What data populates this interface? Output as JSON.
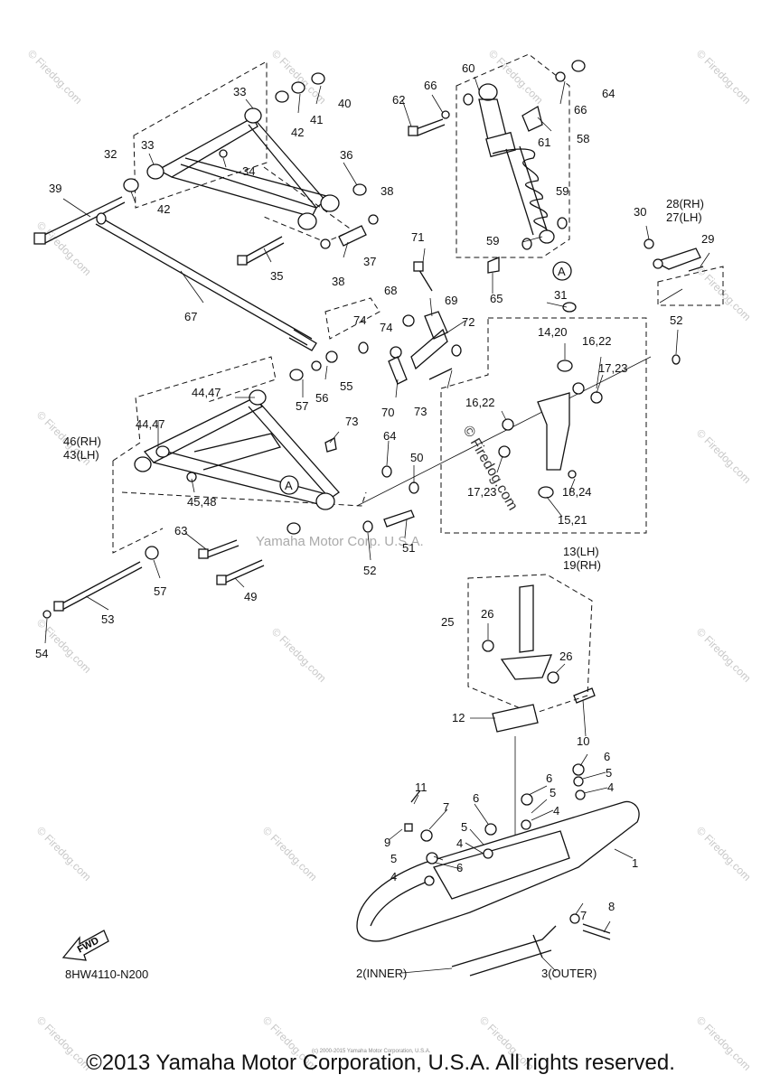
{
  "diagram_code": "8HW4110-N200",
  "copyright": "©2013 Yamaha Motor Corporation, U.S.A. All rights reserved.",
  "small_copyright": "(c) 2000-2015 Yamaha Motor Corporation, U.S.A.",
  "watermarks": {
    "center_upper": "© Firedog.com",
    "center_lower": "Yamaha Motor Corp. U.S.A.",
    "repeat": "© Firedog.com"
  },
  "fwd_label": "FWD",
  "callout_A": "A",
  "labels": {
    "p1": "1",
    "p2": "2(INNER)",
    "p3": "3(OUTER)",
    "p4": "4",
    "p5": "5",
    "p6": "6",
    "p7": "7",
    "p8": "8",
    "p9": "9",
    "p10": "10",
    "p11": "11",
    "p12": "12",
    "p13": "13(LH)",
    "p19": "19(RH)",
    "p14_20": "14,20",
    "p15_21": "15,21",
    "p16_22": "16,22",
    "p17_23": "17,23",
    "p18_24": "18,24",
    "p25": "25",
    "p26": "26",
    "p27": "27(LH)",
    "p28": "28(RH)",
    "p29": "29",
    "p30": "30",
    "p31": "31",
    "p32": "32",
    "p33": "33",
    "p34": "34",
    "p35": "35",
    "p36": "36",
    "p37": "37",
    "p38": "38",
    "p39": "39",
    "p40": "40",
    "p41": "41",
    "p42": "42",
    "p43": "43(LH)",
    "p46": "46(RH)",
    "p44_47": "44,47",
    "p45_48": "45,48",
    "p49": "49",
    "p50": "50",
    "p51": "51",
    "p52": "52",
    "p53": "53",
    "p54": "54",
    "p55": "55",
    "p56": "56",
    "p57": "57",
    "p58": "58",
    "p59": "59",
    "p60": "60",
    "p61": "61",
    "p62": "62",
    "p63": "63",
    "p64": "64",
    "p65": "65",
    "p66": "66",
    "p67": "67",
    "p68": "68",
    "p69": "69",
    "p70": "70",
    "p71": "71",
    "p72": "72",
    "p73": "73",
    "p74": "74"
  }
}
